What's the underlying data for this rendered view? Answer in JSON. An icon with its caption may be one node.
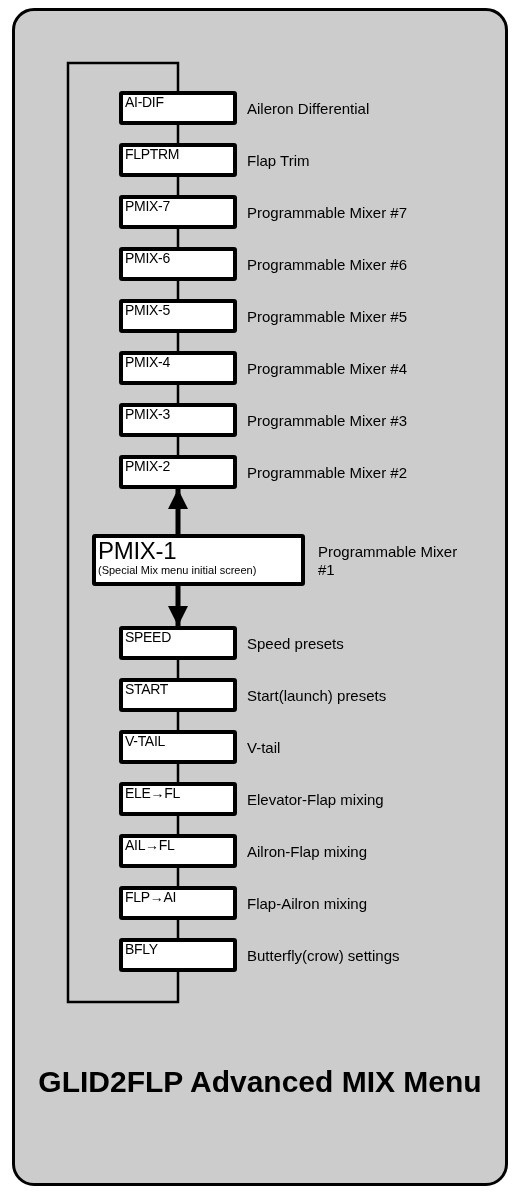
{
  "diagram": {
    "title": "GLID2FLP Advanced MIX Menu",
    "nodes": [
      {
        "text": [
          "AI-DIF"
        ],
        "beside": [
          "Aileron Differential"
        ]
      },
      {
        "text": [
          "FLPTRM"
        ],
        "beside": [
          "Flap Trim"
        ]
      },
      {
        "text": [
          "PMIX-7"
        ],
        "beside": [
          "Programmable Mixer #7"
        ]
      },
      {
        "text": [
          "PMIX-6"
        ],
        "beside": [
          "Programmable Mixer #6"
        ]
      },
      {
        "text": [
          "PMIX-5"
        ],
        "beside": [
          "Programmable Mixer #5"
        ]
      },
      {
        "text": [
          "PMIX-4"
        ],
        "beside": [
          "Programmable Mixer #4"
        ]
      },
      {
        "text": [
          "PMIX-3"
        ],
        "beside": [
          "Programmable Mixer #3"
        ]
      },
      {
        "text": [
          "PMIX-2"
        ],
        "beside": [
          "Programmable Mixer #2"
        ]
      },
      {
        "text": [
          "PMIX-1",
          "(Special Mix menu initial screen)"
        ],
        "beside": [
          "Programmable Mixer #1"
        ]
      },
      {
        "text": [
          "SPEED"
        ],
        "beside": [
          "Speed presets"
        ]
      },
      {
        "text": [
          "START"
        ],
        "beside": [
          "Start(launch) presets"
        ]
      },
      {
        "text": [
          "V-TAIL"
        ],
        "beside": [
          "V-tail"
        ]
      },
      {
        "text": [
          "ELE→FL"
        ],
        "beside": [
          "Elevator-Flap mixing"
        ]
      },
      {
        "text": [
          "AIL→FL"
        ],
        "beside": [
          "Ailron-Flap mixing"
        ]
      },
      {
        "text": [
          "FLP→AI"
        ],
        "beside": [
          "Flap-Ailron mixing"
        ]
      },
      {
        "text": [
          "BFLY"
        ],
        "beside": [
          "Butterfly(crow) settings"
        ]
      }
    ],
    "edges": [
      {
        "from": 0,
        "to": 1,
        "arrow": "none"
      },
      {
        "from": 1,
        "to": 2,
        "arrow": "none"
      },
      {
        "from": 2,
        "to": 3,
        "arrow": "none"
      },
      {
        "from": 3,
        "to": 4,
        "arrow": "none"
      },
      {
        "from": 4,
        "to": 5,
        "arrow": "none"
      },
      {
        "from": 5,
        "to": 6,
        "arrow": "none"
      },
      {
        "from": 6,
        "to": 7,
        "arrow": "none"
      },
      {
        "from": 8,
        "to": 7,
        "arrow": "to",
        "style": "thick"
      },
      {
        "from": 8,
        "to": 9,
        "arrow": "to",
        "style": "thick"
      },
      {
        "from": 9,
        "to": 10,
        "arrow": "none"
      },
      {
        "from": 10,
        "to": 11,
        "arrow": "none"
      },
      {
        "from": 11,
        "to": 12,
        "arrow": "none"
      },
      {
        "from": 12,
        "to": 13,
        "arrow": "none"
      },
      {
        "from": 13,
        "to": 14,
        "arrow": "none"
      },
      {
        "from": 14,
        "to": 15,
        "arrow": "none"
      },
      {
        "from": 15,
        "to": 0,
        "arrow": "none"
      }
    ]
  }
}
